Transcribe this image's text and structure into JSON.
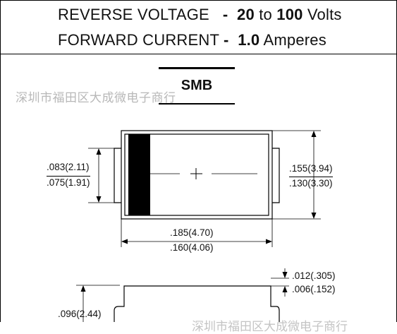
{
  "header": {
    "reverse_voltage_label": "REVERSE VOLTAGE",
    "dash": "-",
    "voltage_min": "20",
    "to": "to",
    "voltage_max": "100",
    "voltage_unit": "Volts",
    "forward_current_label": "FORWARD CURRENT",
    "current_value": "1.0",
    "current_unit": "Amperes"
  },
  "package": {
    "name": "SMB"
  },
  "watermark": {
    "text": "深圳市福田区大成微电子商行",
    "text_bottom": "深圳市福田区大成微电子商行"
  },
  "dimensions": {
    "left_height_max": ".083(2.11)",
    "left_height_min": ".075(1.91)",
    "right_height_max": ".155(3.94)",
    "right_height_min": ".130(3.30)",
    "body_length_max": ".185(4.70)",
    "body_length_min": ".160(4.06)",
    "lead_thickness_max": ".012(.305)",
    "lead_thickness_min": ".006(.152)",
    "side_height": ".096(2.44)"
  }
}
